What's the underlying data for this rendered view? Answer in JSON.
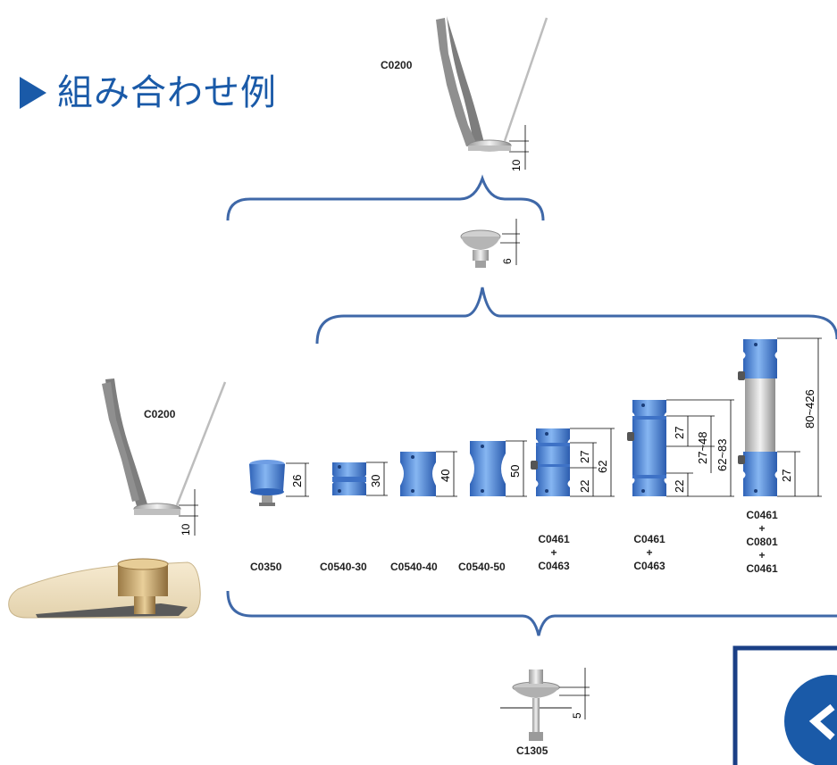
{
  "heading": "▶ 組み合わせ例",
  "heading_text": "組み合わせ例",
  "colors": {
    "accent": "#1a5aa8",
    "bracket": "#3f68a8",
    "part_blue": "#4c86d9",
    "metal": "#d9d9d9"
  },
  "labels": {
    "c0200_top": "C0200",
    "c0200_left": "C0200",
    "c0350": "C0350",
    "c0540_30": "C0540-30",
    "c0540_40": "C0540-40",
    "c0540_50": "C0540-50",
    "combo1": [
      "C0461",
      "+",
      "C0463"
    ],
    "combo2": [
      "C0461",
      "+",
      "C0463"
    ],
    "combo3": [
      "C0461",
      "+",
      "C0801",
      "+",
      "C0461"
    ],
    "c1305": "C1305"
  },
  "dimensions": {
    "c0200_top": "10",
    "adapter": "6",
    "c0200_left": "10",
    "c0350": "26",
    "c0540_30": "30",
    "c0540_40": "40",
    "c0540_50": "50",
    "combo1": [
      "27",
      "22",
      "62"
    ],
    "combo2": [
      "27",
      "22",
      "27~48",
      "62~83"
    ],
    "combo3": [
      "27",
      "80~426"
    ],
    "c1305": "5"
  }
}
